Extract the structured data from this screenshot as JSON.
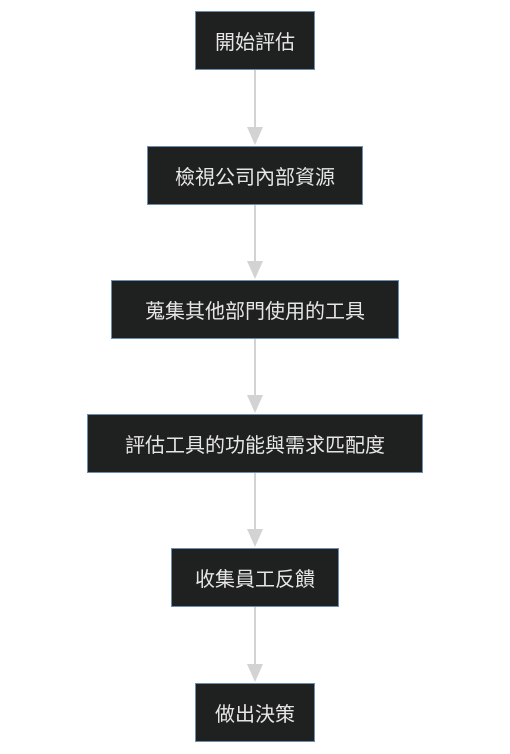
{
  "flowchart": {
    "nodes": [
      {
        "id": "start",
        "label": "開始評估"
      },
      {
        "id": "review",
        "label": "檢視公司內部資源"
      },
      {
        "id": "collect_tools",
        "label": "蒐集其他部門使用的工具"
      },
      {
        "id": "evaluate",
        "label": "評估工具的功能與需求匹配度"
      },
      {
        "id": "feedback",
        "label": "收集員工反饋"
      },
      {
        "id": "decide",
        "label": "做出決策"
      }
    ],
    "edges": [
      {
        "from": "start",
        "to": "review"
      },
      {
        "from": "review",
        "to": "collect_tools"
      },
      {
        "from": "collect_tools",
        "to": "evaluate"
      },
      {
        "from": "evaluate",
        "to": "feedback"
      },
      {
        "from": "feedback",
        "to": "decide"
      }
    ],
    "colors": {
      "node_fill": "#1f2020",
      "node_border": "#6b8fb3",
      "node_text": "#e6e6e6",
      "edge": "#d3d3d3"
    }
  }
}
